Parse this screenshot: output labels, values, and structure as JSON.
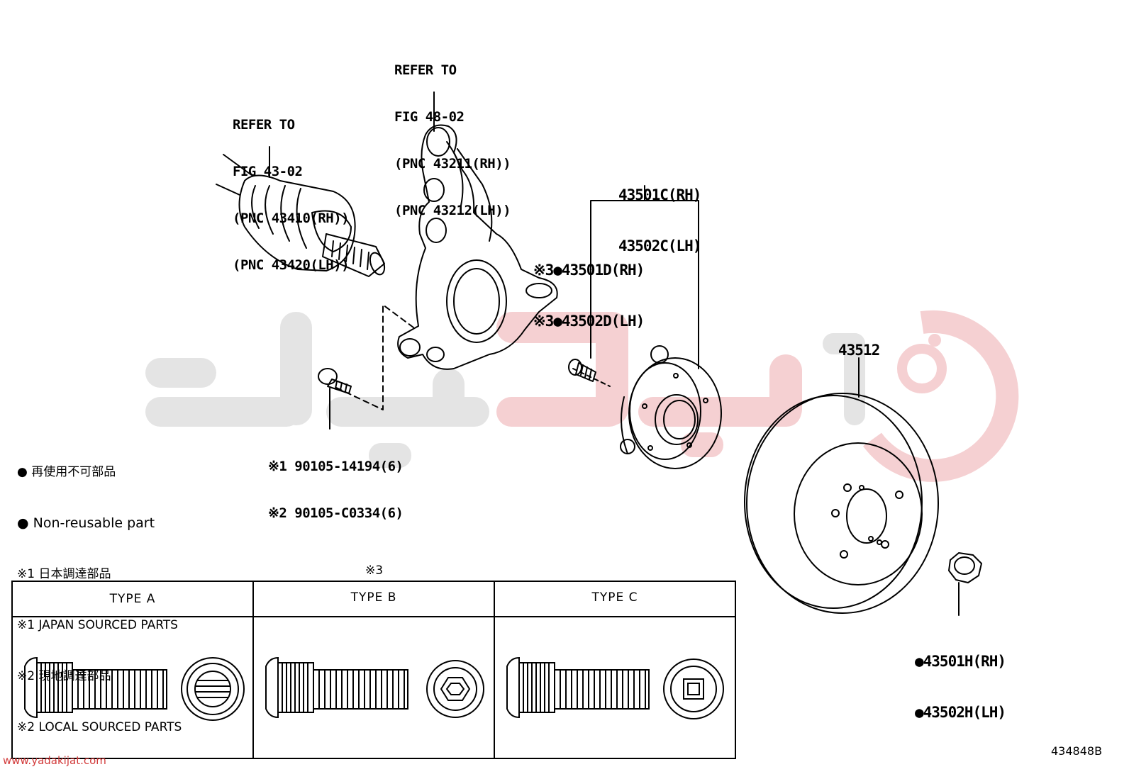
{
  "callouts": {
    "shaft": [
      "REFER TO",
      "FIG 43-02",
      "(PNC 43410(RH))",
      "(PNC 43420(LH))"
    ],
    "knuckle": [
      "REFER TO",
      "FIG 48-02",
      "(PNC 43211(RH))",
      "(PNC 43212(LH))"
    ],
    "hub": [
      "43501C(RH)",
      "43502C(LH)"
    ],
    "stud": [
      "※3●43501D(RH)",
      "※3●43502D(LH)"
    ],
    "bolt": [
      "※1 90105-14194(6)",
      "※2 90105-C0334(6)"
    ],
    "disc": "43512",
    "nut": [
      "●43501H(RH)",
      "●43502H(LH)"
    ]
  },
  "legend": [
    "● 再使用不可部品",
    "● Non-reusable part",
    "※1 日本調達部品",
    "※1 JAPAN SOURCED PARTS",
    "※2 現地調達部品",
    "※2 LOCAL SOURCED PARTS"
  ],
  "types_table": {
    "note": "※3",
    "headers": [
      "TYPE A",
      "TYPE B",
      "TYPE C"
    ]
  },
  "figure_number": "434848B",
  "watermark": "www.yadakijat.com",
  "colors": {
    "line": "#000000",
    "watermark_gray": "#e3e3e3",
    "watermark_red": "#f3c9cb"
  }
}
